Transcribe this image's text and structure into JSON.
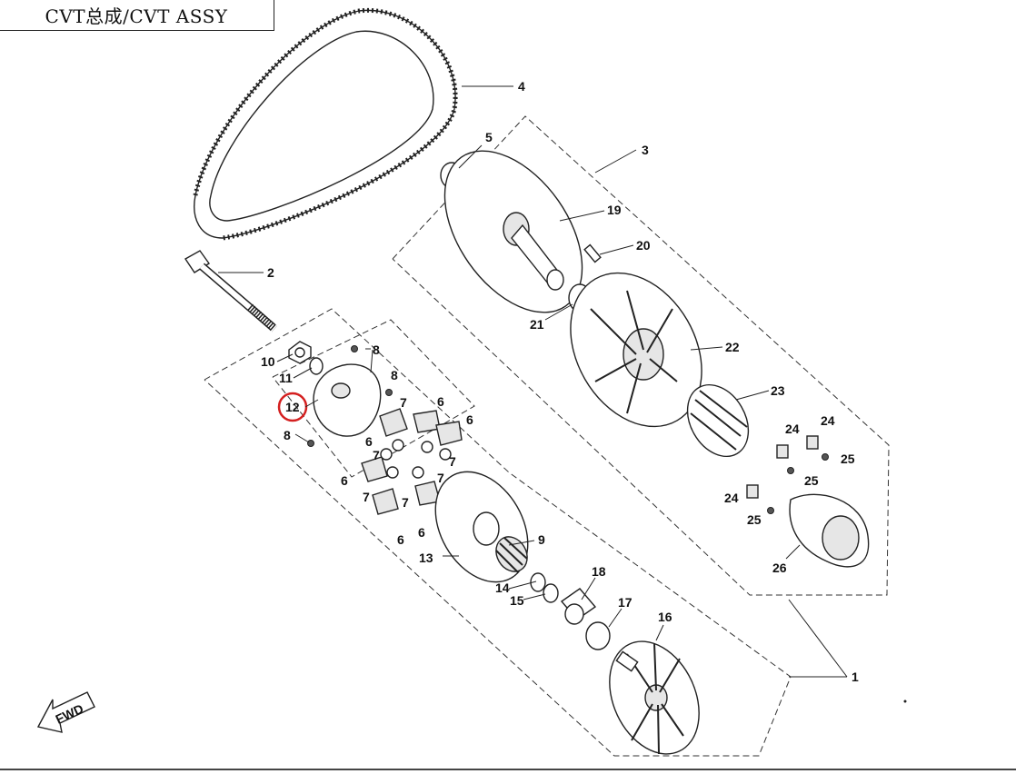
{
  "title": "CVT总成/CVT ASSY",
  "fwd_label": "FWD",
  "highlight_color": "#d42020",
  "callouts": {
    "c1": "1",
    "c2": "2",
    "c3": "3",
    "c4": "4",
    "c5": "5",
    "c6a": "6",
    "c6b": "6",
    "c6c": "6",
    "c6d": "6",
    "c6e": "6",
    "c6f": "6",
    "c7a": "7",
    "c7b": "7",
    "c7c": "7",
    "c7d": "7",
    "c7e": "7",
    "c7f": "7",
    "c8a": "8",
    "c8b": "8",
    "c8c": "8",
    "c9": "9",
    "c10": "10",
    "c11": "11",
    "c12": "12",
    "c13": "13",
    "c14": "14",
    "c15": "15",
    "c16": "16",
    "c17": "17",
    "c18": "18",
    "c19": "19",
    "c20": "20",
    "c21": "21",
    "c22": "22",
    "c23": "23",
    "c24a": "24",
    "c24b": "24",
    "c24c": "24",
    "c25a": "25",
    "c25b": "25",
    "c25c": "25",
    "c26": "26"
  }
}
